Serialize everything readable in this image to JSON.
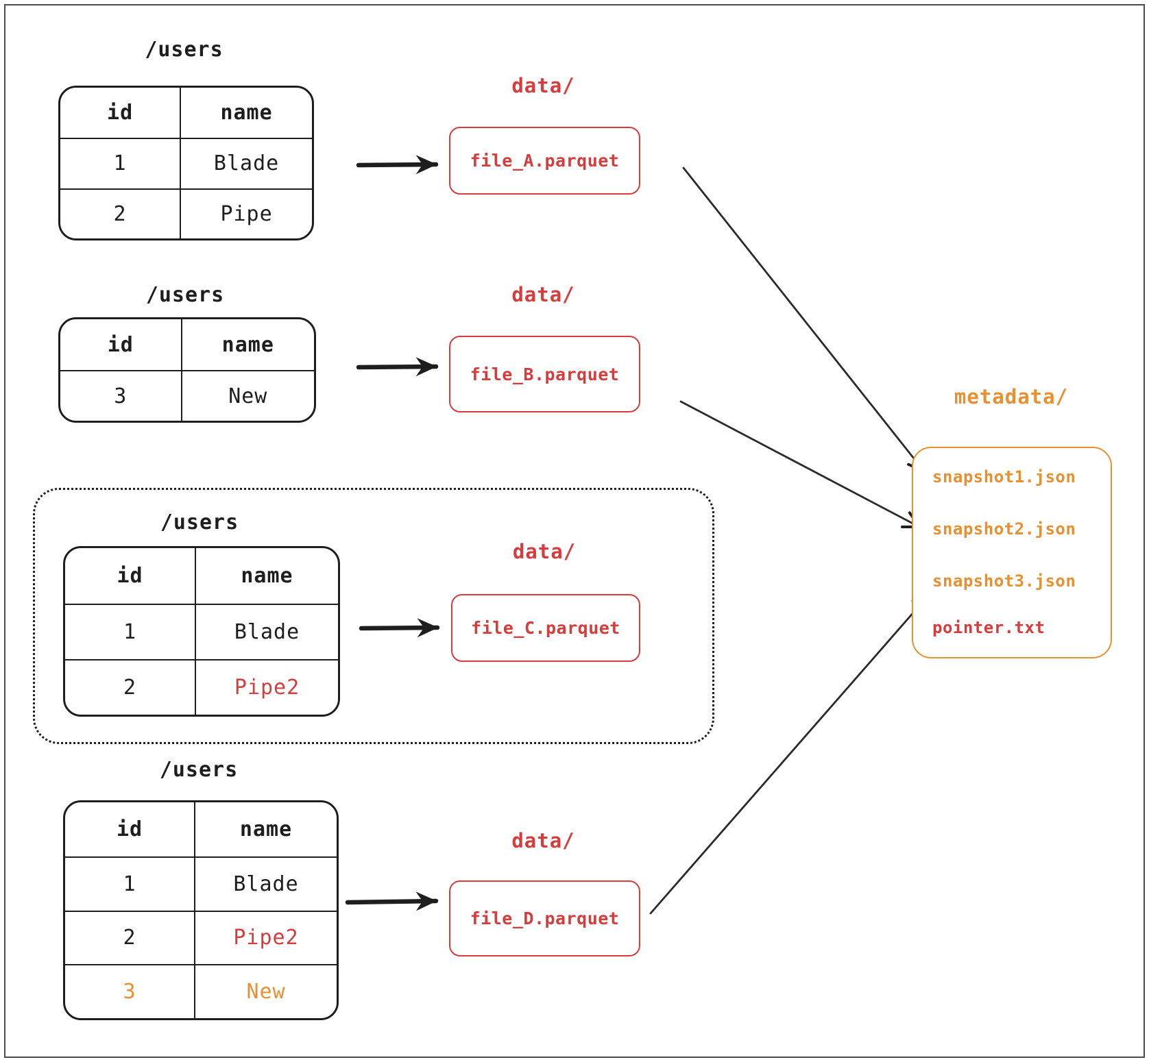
{
  "colors": {
    "ink": "#1e1e1e",
    "red": "#d63c3c",
    "orange": "#e89030"
  },
  "sections": [
    {
      "table_title": "/users",
      "columns": [
        "id",
        "name"
      ],
      "rows": [
        {
          "id": "1",
          "name": "Blade"
        },
        {
          "id": "2",
          "name": "Pipe"
        }
      ],
      "folder_label": "data/",
      "file_label": "file_A.parquet"
    },
    {
      "table_title": "/users",
      "columns": [
        "id",
        "name"
      ],
      "rows": [
        {
          "id": "3",
          "name": "New"
        }
      ],
      "folder_label": "data/",
      "file_label": "file_B.parquet"
    },
    {
      "table_title": "/users",
      "columns": [
        "id",
        "name"
      ],
      "rows": [
        {
          "id": "1",
          "name": "Blade"
        },
        {
          "id": "2",
          "name": "Pipe2",
          "highlight": "red"
        }
      ],
      "folder_label": "data/",
      "file_label": "file_C.parquet"
    },
    {
      "table_title": "/users",
      "columns": [
        "id",
        "name"
      ],
      "rows": [
        {
          "id": "1",
          "name": "Blade"
        },
        {
          "id": "2",
          "name": "Pipe2",
          "highlight": "red"
        },
        {
          "id": "3",
          "name": "New",
          "highlight": "orange"
        }
      ],
      "folder_label": "data/",
      "file_label": "file_D.parquet"
    }
  ],
  "metadata": {
    "folder_label": "metadata/",
    "files": [
      {
        "name": "snapshot1.json",
        "color": "orange"
      },
      {
        "name": "snapshot2.json",
        "color": "orange"
      },
      {
        "name": "snapshot3.json",
        "color": "orange"
      },
      {
        "name": "pointer.txt",
        "color": "red"
      }
    ]
  }
}
